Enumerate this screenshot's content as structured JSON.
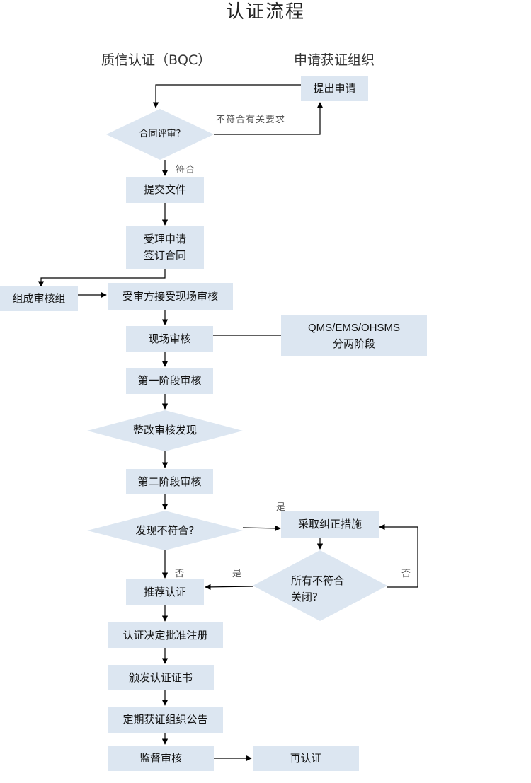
{
  "title": "认证流程",
  "columns": {
    "left": "质信认证（BQC）",
    "right": "申请获证组织"
  },
  "nodes": {
    "apply": "提出申请",
    "contract_review": "合同评审?",
    "submit_docs": "提交文件",
    "accept_line1": "受理申请",
    "accept_line2": "签订合同",
    "form_team": "组成审核组",
    "auditee_accept": "受审方接受现场审核",
    "onsite_audit": "现场审核",
    "standards_line1": "QMS/EMS/OHSMS",
    "standards_line2": "分两阶段",
    "stage1": "第一阶段审核",
    "rectify": "整改审核发现",
    "stage2": "第二阶段审核",
    "nonconformity_found": "发现不符合?",
    "corrective_action": "采取纠正措施",
    "all_closed_line1": "所有不符合",
    "all_closed_line2": "关闭?",
    "recommend": "推荐认证",
    "decision": "认证决定批准注册",
    "issue_cert": "颁发认证证书",
    "announce": "定期获证组织公告",
    "surveillance": "监督审核",
    "recertify": "再认证"
  },
  "edge_labels": {
    "not_meet": "不符合有关要求",
    "meet": "符合",
    "yes_top": "是",
    "no_left": "否",
    "yes_left": "是",
    "no_right": "否"
  },
  "colors": {
    "box_fill": "#dce6f1",
    "line": "#000000"
  }
}
